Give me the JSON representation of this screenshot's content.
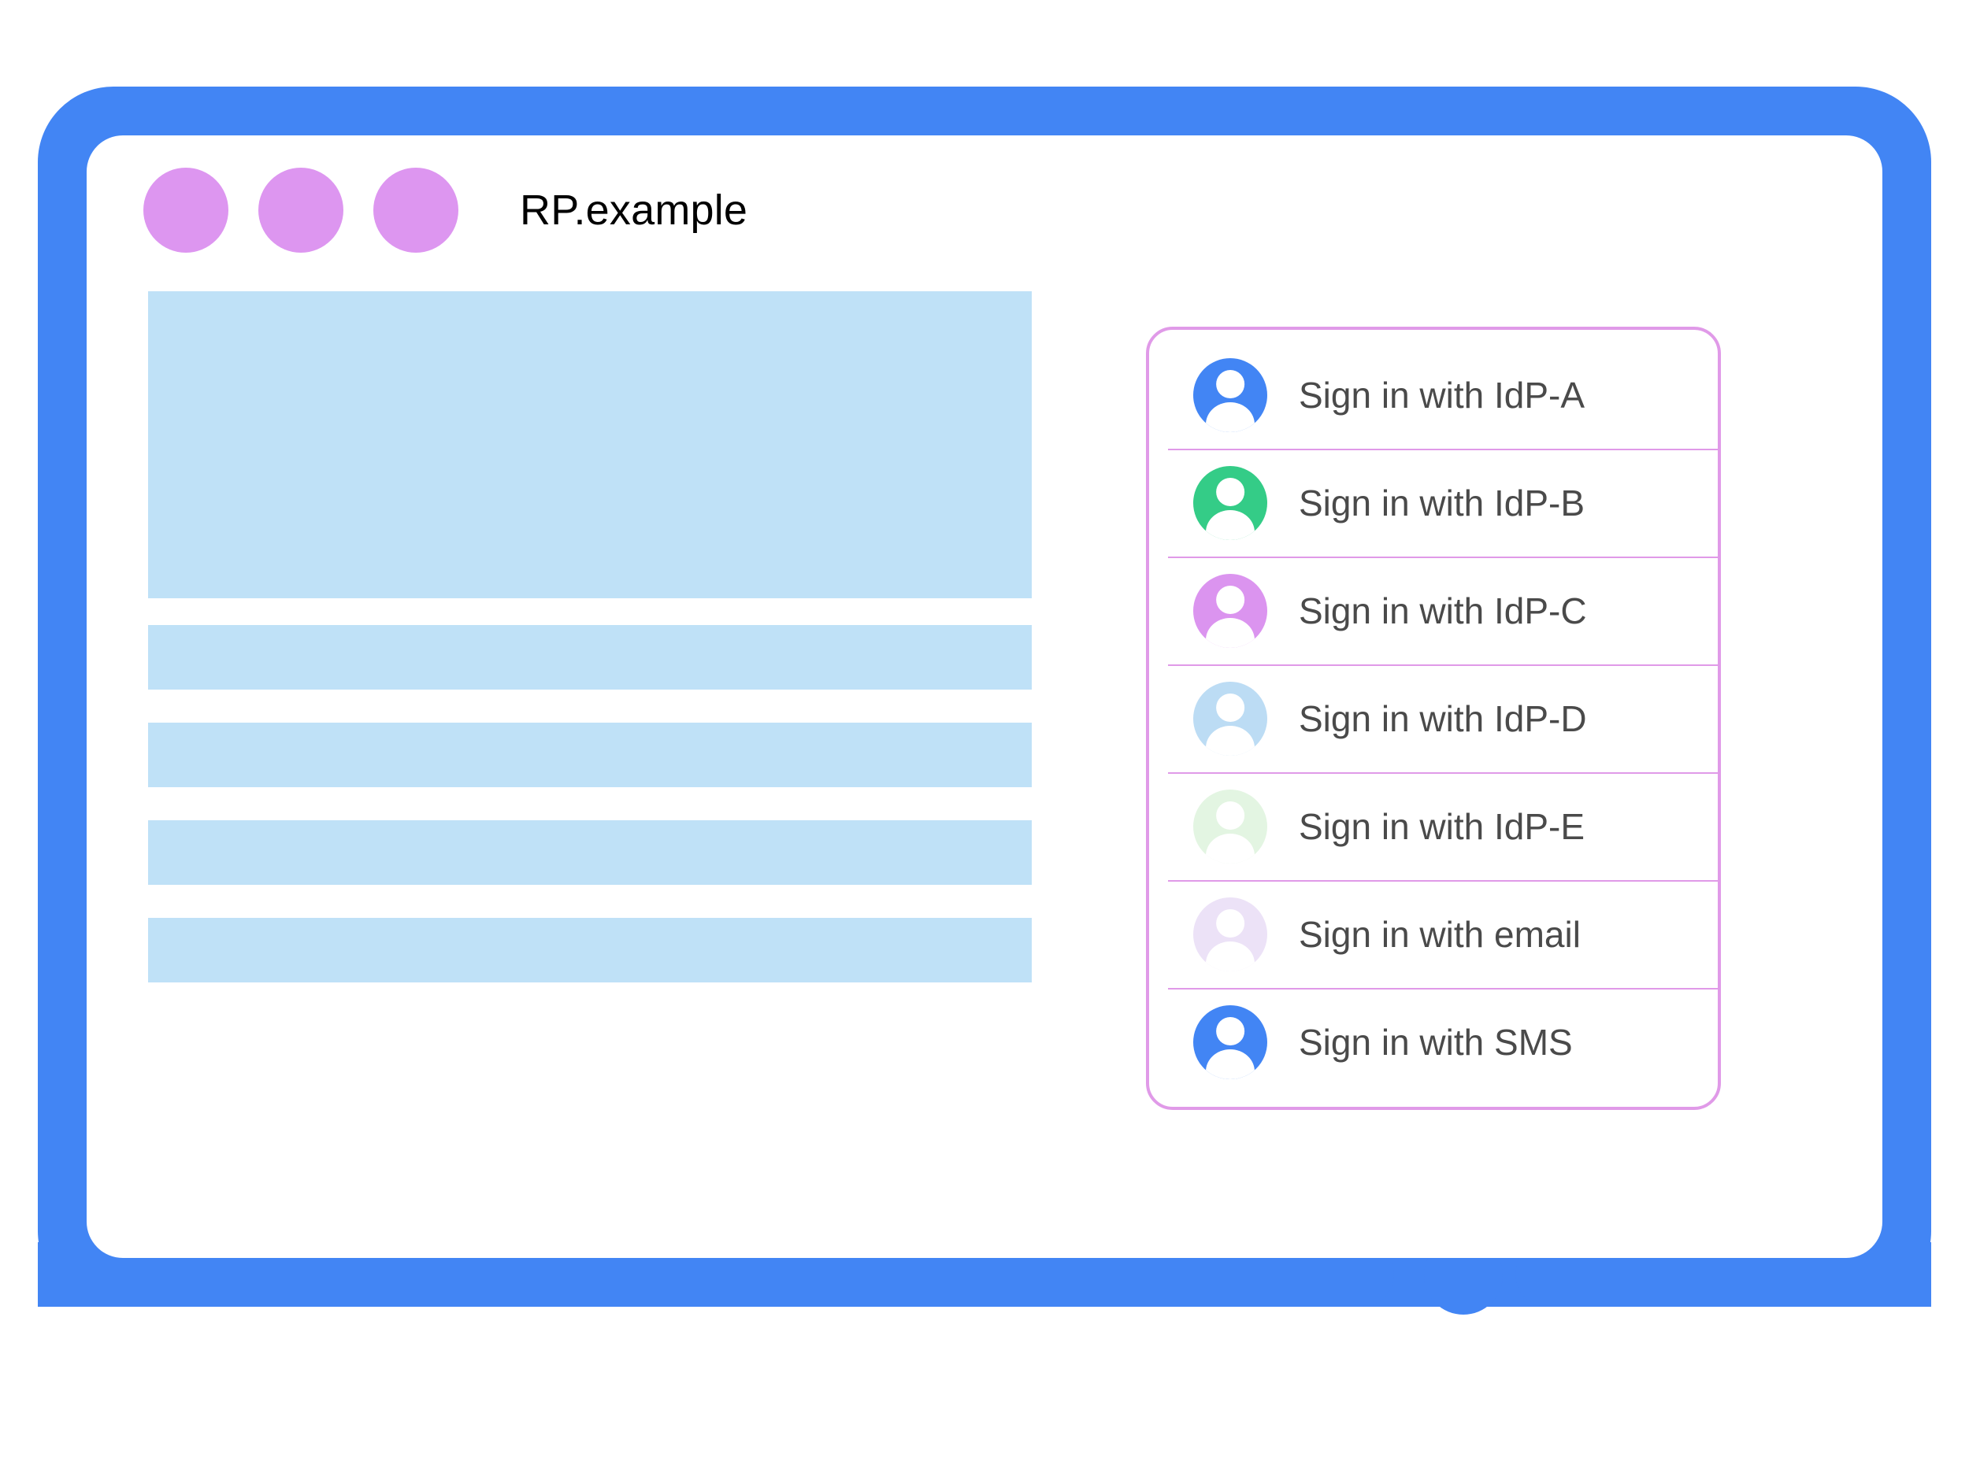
{
  "window": {
    "title": "RP.example",
    "controls": [
      {
        "name": "window-dot-1"
      },
      {
        "name": "window-dot-2"
      },
      {
        "name": "window-dot-3"
      }
    ],
    "control_color": "#dd96f0"
  },
  "colors": {
    "bezel_blue": "#4285f4",
    "skeleton_blue": "#bfe1f7",
    "panel_border": "#e09ae8",
    "label_text": "#4a4a4a",
    "title_text": "#000000"
  },
  "content_skeleton": {
    "blocks": [
      {
        "name": "skeleton-hero"
      },
      {
        "name": "skeleton-bar-1"
      },
      {
        "name": "skeleton-bar-2"
      },
      {
        "name": "skeleton-bar-3"
      },
      {
        "name": "skeleton-bar-4"
      }
    ]
  },
  "signin_panel": {
    "options": [
      {
        "label": "Sign in with IdP-A",
        "avatar_color": "#4285f4",
        "icon": "person-avatar-icon"
      },
      {
        "label": "Sign in with IdP-B",
        "avatar_color": "#34cc87",
        "icon": "person-avatar-icon"
      },
      {
        "label": "Sign in with IdP-C",
        "avatar_color": "#db94ef",
        "icon": "person-avatar-icon"
      },
      {
        "label": "Sign in with IdP-D",
        "avatar_color": "#bcdcf4",
        "icon": "person-avatar-icon"
      },
      {
        "label": "Sign in with IdP-E",
        "avatar_color": "#e3f5e2",
        "icon": "person-avatar-icon"
      },
      {
        "label": "Sign in with email",
        "avatar_color": "#ece2f7",
        "icon": "person-avatar-icon"
      },
      {
        "label": "Sign in with SMS",
        "avatar_color": "#4285f4",
        "icon": "person-avatar-icon"
      }
    ]
  },
  "device": {
    "home_button": "home-button"
  }
}
